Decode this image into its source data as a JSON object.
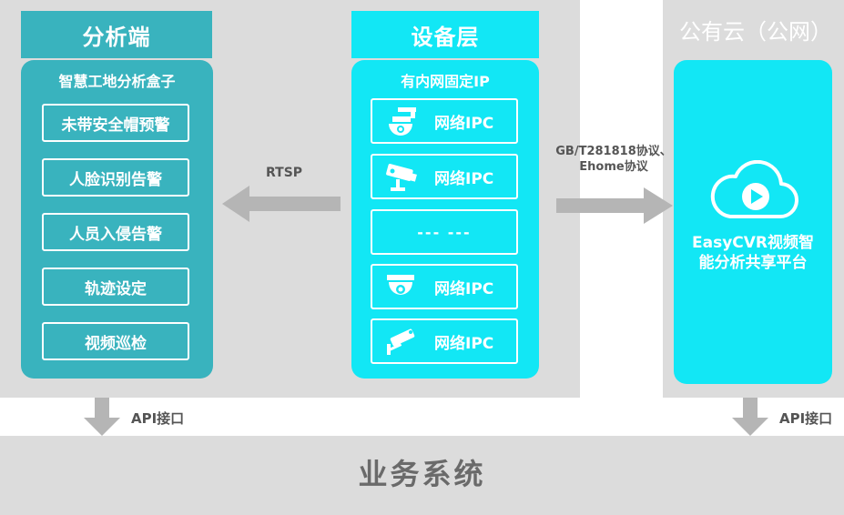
{
  "analysis": {
    "header": "分析端",
    "panel_title": "智慧工地分析盒子",
    "functions": [
      "未带安全帽预警",
      "人脸识别告警",
      "人员入侵告警",
      "轨迹设定",
      "视频巡检"
    ]
  },
  "device": {
    "header": "设备层",
    "panel_title": "有内网固定IP",
    "cameras": [
      {
        "label": "网络IPC",
        "icon": "dome-ptz-camera-icon"
      },
      {
        "label": "网络IPC",
        "icon": "bullet-camera-icon"
      },
      {
        "label": "--- ---",
        "icon": ""
      },
      {
        "label": "网络IPC",
        "icon": "dome-camera-icon"
      },
      {
        "label": "网络IPC",
        "icon": "wall-mount-camera-icon"
      }
    ]
  },
  "cloud": {
    "header": "公有云（公网）",
    "platform_line1": "EasyCVR视频智",
    "platform_line2": "能分析共享平台"
  },
  "arrows": {
    "rtsp": "RTSP",
    "protocol_line1": "GB/T281818协议、",
    "protocol_line2": "Ehome协议",
    "api_left": "API接口",
    "api_right": "API接口"
  },
  "bottom": {
    "title": "业务系统"
  },
  "colors": {
    "analysis": "#39b3be",
    "device": "#12e7f5",
    "zone": "#dcdcdc",
    "arrow": "#b5b5b5"
  }
}
